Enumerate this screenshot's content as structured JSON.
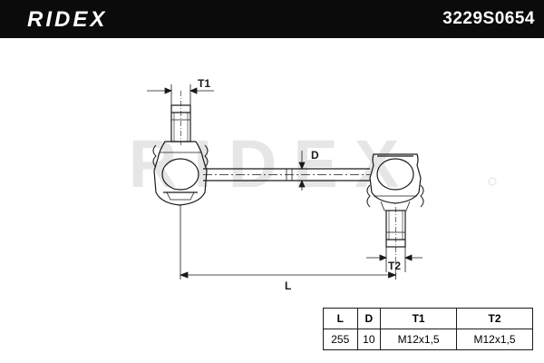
{
  "brand": {
    "logo_text": "RIDEX",
    "watermark_text": "RIDEX"
  },
  "header": {
    "part_number": "3229S0654"
  },
  "drawing": {
    "dimension_labels": {
      "t1": "T1",
      "d": "D",
      "t2": "T2",
      "l": "L"
    }
  },
  "specs": {
    "headers": [
      "L",
      "D",
      "T1",
      "T2"
    ],
    "values": [
      "255",
      "10",
      "M12x1,5",
      "M12x1,5"
    ]
  },
  "colors": {
    "header_bg": "#0b0b0b",
    "header_text": "#ffffff",
    "line": "#1a1a1a",
    "watermark": "#e6e6e6"
  }
}
